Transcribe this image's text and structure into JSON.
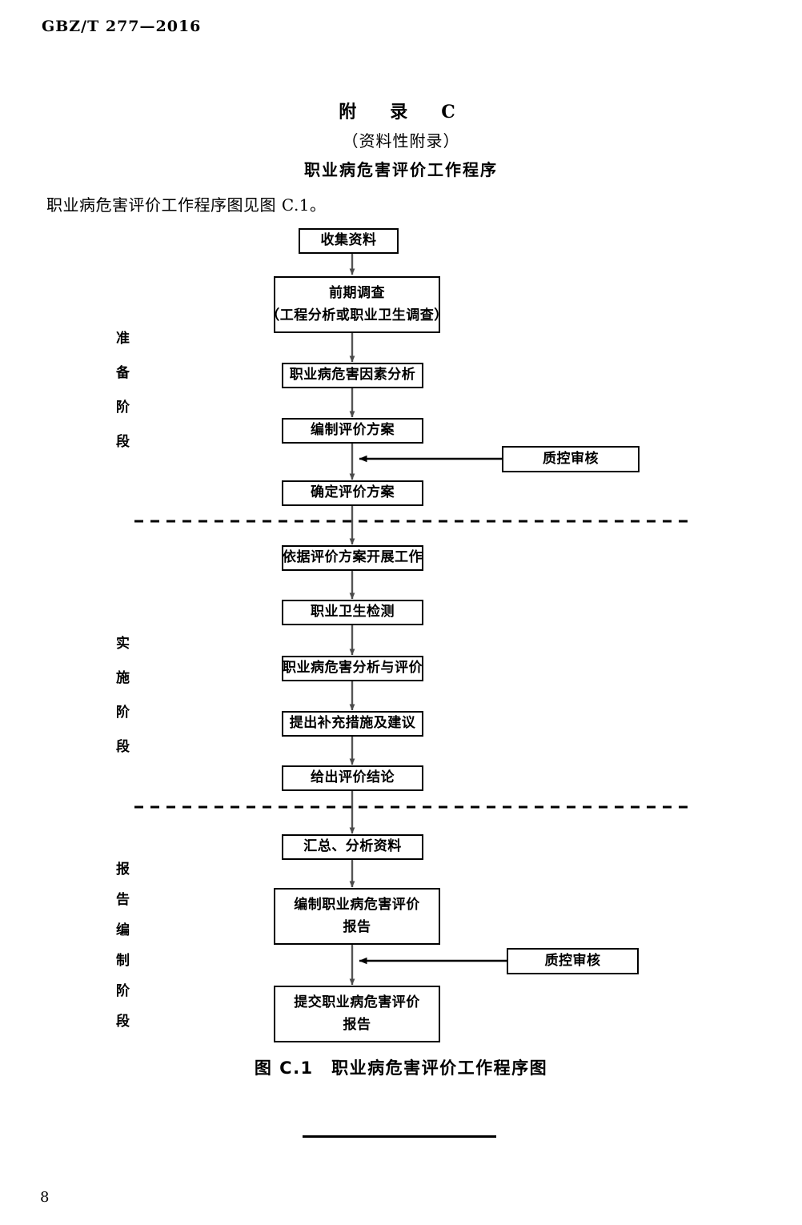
{
  "document": {
    "header_code": "GBZ/T 277—2016",
    "page_number": "8"
  },
  "appendix": {
    "title": "附　录　C",
    "subtitle": "（资料性附录）",
    "heading": "职业病危害评价工作程序",
    "intro": "职业病危害评价工作程序图见图 C.1。"
  },
  "figure": {
    "caption": "图 C.1　职业病危害评价工作程序图",
    "phases": [
      {
        "id": "preparation",
        "chars": [
          "准",
          "备",
          "阶",
          "段"
        ]
      },
      {
        "id": "implementation",
        "chars": [
          "实",
          "施",
          "阶",
          "段"
        ]
      },
      {
        "id": "reporting",
        "chars": [
          "报",
          "告",
          "编",
          "制",
          "阶",
          "段"
        ]
      }
    ],
    "nodes": [
      {
        "id": "collect-data",
        "lines": [
          "收集资料"
        ]
      },
      {
        "id": "preliminary-survey",
        "lines": [
          "前期调查",
          "（工程分析或职业卫生调查）"
        ]
      },
      {
        "id": "hazard-factor-analysis",
        "lines": [
          "职业病危害因素分析"
        ]
      },
      {
        "id": "draft-evaluation-plan",
        "lines": [
          "编制评价方案"
        ]
      },
      {
        "id": "quality-control-review-1",
        "lines": [
          "质控审核"
        ]
      },
      {
        "id": "confirm-evaluation-plan",
        "lines": [
          "确定评价方案"
        ]
      },
      {
        "id": "carry-out-work",
        "lines": [
          "依据评价方案开展工作"
        ]
      },
      {
        "id": "occupational-health-testing",
        "lines": [
          "职业卫生检测"
        ]
      },
      {
        "id": "hazard-analysis-evaluation",
        "lines": [
          "职业病危害分析与评价"
        ]
      },
      {
        "id": "propose-measures",
        "lines": [
          "提出补充措施及建议"
        ]
      },
      {
        "id": "give-conclusion",
        "lines": [
          "给出评价结论"
        ]
      },
      {
        "id": "summarize-analyze-data",
        "lines": [
          "汇总、分析资料"
        ]
      },
      {
        "id": "draft-report",
        "lines": [
          "编制职业病危害评价",
          "报告"
        ]
      },
      {
        "id": "quality-control-review-2",
        "lines": [
          "质控审核"
        ]
      },
      {
        "id": "submit-report",
        "lines": [
          "提交职业病危害评价",
          "报告"
        ]
      }
    ]
  },
  "colors": {
    "ink": "#000000",
    "paper": "#ffffff",
    "connector": "#555555"
  }
}
